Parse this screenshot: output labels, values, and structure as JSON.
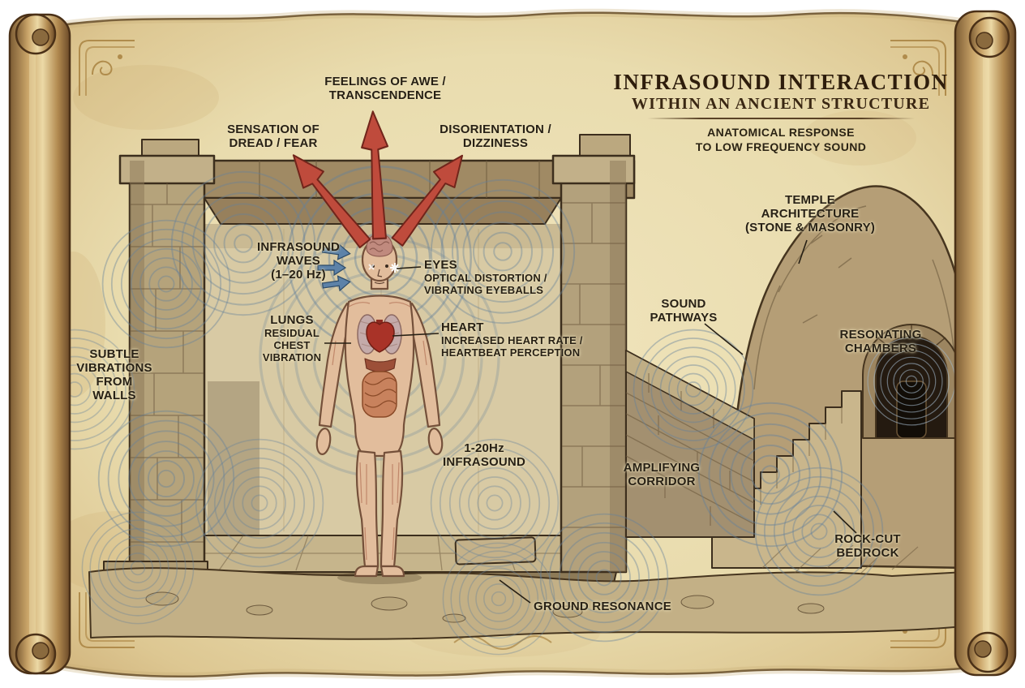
{
  "title": {
    "line1": "INFRASOUND INTERACTION",
    "line2": "WITHIN AN ANCIENT STRUCTURE",
    "subtitle": [
      "ANATOMICAL RESPONSE",
      "TO LOW FREQUENCY SOUND"
    ]
  },
  "labels": {
    "awe": [
      "FEELINGS OF AWE /",
      "TRANSCENDENCE"
    ],
    "dread": [
      "SENSATION OF",
      "DREAD / FEAR"
    ],
    "dizziness": [
      "DISORIENTATION /",
      "DIZZINESS"
    ],
    "infrasound_waves": [
      "INFRASOUND",
      "WAVES",
      "(1–20 Hz)"
    ],
    "eyes_title": "EYES",
    "eyes": [
      "OPTICAL DISTORTION /",
      "VIBRATING EYEBALLS"
    ],
    "lungs_title": "LUNGS",
    "lungs": [
      "RESIDUAL",
      "CHEST",
      "VIBRATION"
    ],
    "heart_title": "HEART",
    "heart": [
      "INCREASED HEART RATE /",
      "HEARTBEAT PERCEPTION"
    ],
    "wall_vibrations": [
      "SUBTLE",
      "VIBRATIONS",
      "FROM",
      "WALLS"
    ],
    "infrasound_range": [
      "1-20Hz",
      "INFRASOUND"
    ],
    "temple_architecture": [
      "TEMPLE",
      "ARCHITECTURE",
      "(STONE & MASONRY)"
    ],
    "sound_pathways": [
      "SOUND",
      "PATHWAYS"
    ],
    "resonating_chambers": [
      "RESONATING",
      "CHAMBERS"
    ],
    "amplifying_corridor": [
      "AMPLIFYING",
      "CORRIDOR"
    ],
    "rock_cut_bedrock": [
      "ROCK-CUT",
      "BEDROCK"
    ],
    "ground_resonance": "GROUND RESONANCE"
  },
  "colors": {
    "parchment": "#e9dcae",
    "parchment_edge": "#c8a96b",
    "ink": "#272015",
    "title_ink": "#2e1d0c",
    "arrow_red": "#bf4b3c",
    "arrow_blue": "#5d82a8",
    "ripple": "#64819c",
    "stone": "#b5a37b",
    "rock": "#b59e76"
  }
}
